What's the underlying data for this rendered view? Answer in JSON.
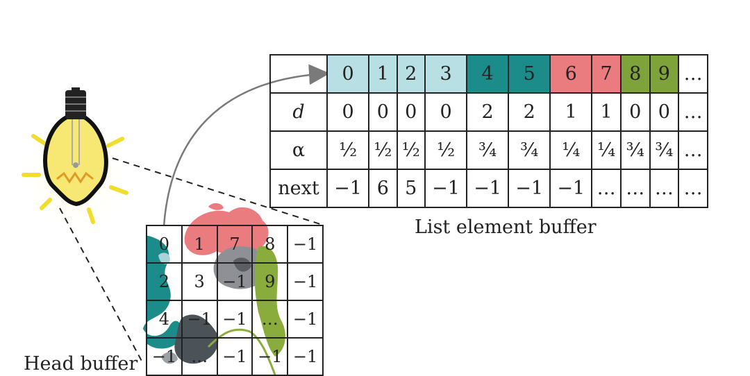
{
  "list_buffer": {
    "caption": "List element buffer",
    "index_row": [
      {
        "label": "0",
        "color": "#b7dfe4"
      },
      {
        "label": "1",
        "color": "#b7dfe4"
      },
      {
        "label": "2",
        "color": "#b7dfe4"
      },
      {
        "label": "3",
        "color": "#b7dfe4"
      },
      {
        "label": "4",
        "color": "#1b8c8a"
      },
      {
        "label": "5",
        "color": "#1b8c8a"
      },
      {
        "label": "6",
        "color": "#ea7b7e"
      },
      {
        "label": "7",
        "color": "#ea7b7e"
      },
      {
        "label": "8",
        "color": "#7da33a"
      },
      {
        "label": "9",
        "color": "#7da33a"
      },
      {
        "label": "…",
        "color": "#ffffff"
      }
    ],
    "rows": [
      {
        "label": "d",
        "italic": true,
        "cells": [
          "0",
          "0",
          "0",
          "0",
          "2",
          "2",
          "1",
          "1",
          "0",
          "0",
          "…"
        ]
      },
      {
        "label": "α",
        "italic": false,
        "cells": [
          "½",
          "½",
          "½",
          "½",
          "¾",
          "¾",
          "¼",
          "¼",
          "¾",
          "¾",
          "…"
        ]
      },
      {
        "label": "next",
        "italic": false,
        "cells": [
          "−1",
          "6",
          "5",
          "−1",
          "−1",
          "−1",
          "−1",
          "…",
          "…",
          "…",
          "…"
        ]
      }
    ]
  },
  "head_buffer": {
    "caption": "Head buffer",
    "rows": [
      [
        "0",
        "1",
        "7",
        "8",
        "−1"
      ],
      [
        "2",
        "3",
        "−1",
        "9",
        "−1"
      ],
      [
        "4",
        "−1",
        "−1",
        "…",
        "−1"
      ],
      [
        "−1",
        "…",
        "−1",
        "−1",
        "−1"
      ]
    ]
  },
  "colors": {
    "bulb_glow": "#fbf3a8",
    "bulb_fill": "#f6e873",
    "rays": "#f4e23c",
    "teal": "#1b8c8a",
    "pink": "#ea7b7e",
    "gray": "#7f8186",
    "green": "#8aac3c",
    "dark_slate": "#4b5358"
  }
}
